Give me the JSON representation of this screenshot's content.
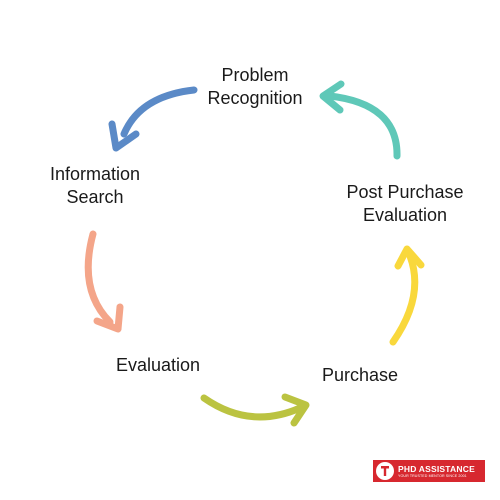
{
  "stages": {
    "problem_recognition": {
      "line1": "Problem",
      "line2": "Recognition"
    },
    "information_search": {
      "line1": "Information",
      "line2": "Search"
    },
    "evaluation": {
      "line1": "Evaluation"
    },
    "purchase": {
      "line1": "Purchase"
    },
    "post_purchase_evaluation": {
      "line1": "Post Purchase",
      "line2": "Evaluation"
    }
  },
  "arrows": {
    "problem_to_information": {
      "color": "#5b8ac7"
    },
    "information_to_evaluation": {
      "color": "#f4a589"
    },
    "evaluation_to_purchase": {
      "color": "#bbc341"
    },
    "purchase_to_post_purchase": {
      "color": "#f9d83c"
    },
    "post_purchase_to_problem": {
      "color": "#5fc8b8"
    }
  },
  "logo": {
    "name": "PHD ASSISTANCE",
    "tagline": "YOUR TRUSTED MENTOR SINCE 2001",
    "color": "#d7282f"
  }
}
